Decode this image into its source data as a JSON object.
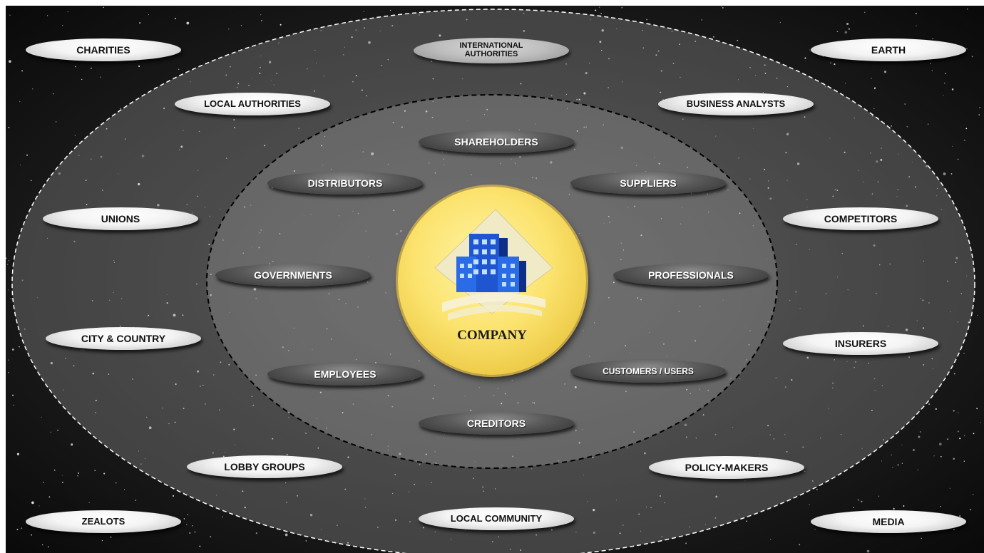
{
  "diagram": {
    "center_label": "COMPANY",
    "center_icon": "building-icon",
    "colors": {
      "center_fill": "#fbe36e",
      "inner_pill": "#5a5a5a",
      "outer_pill": "#f4f4f4",
      "boundary_outer": "#ffffff",
      "boundary_inner": "#000000"
    },
    "inner_ring": [
      "SHAREHOLDERS",
      "DISTRIBUTORS",
      "SUPPLIERS",
      "GOVERNMENTS",
      "PROFESSIONALS",
      "EMPLOYEES",
      "CUSTOMERS / USERS",
      "CREDITORS"
    ],
    "outer_ring": [
      "INTERNATIONAL AUTHORITIES",
      "LOCAL AUTHORITIES",
      "BUSINESS ANALYSTS",
      "UNIONS",
      "COMPETITORS",
      "CITY & COUNTRY",
      "INSURERS",
      "LOBBY GROUPS",
      "POLICY-MAKERS",
      "LOCAL COMMUNITY"
    ],
    "outside": [
      "CHARITIES",
      "EARTH",
      "ZEALOTS",
      "MEDIA"
    ]
  }
}
